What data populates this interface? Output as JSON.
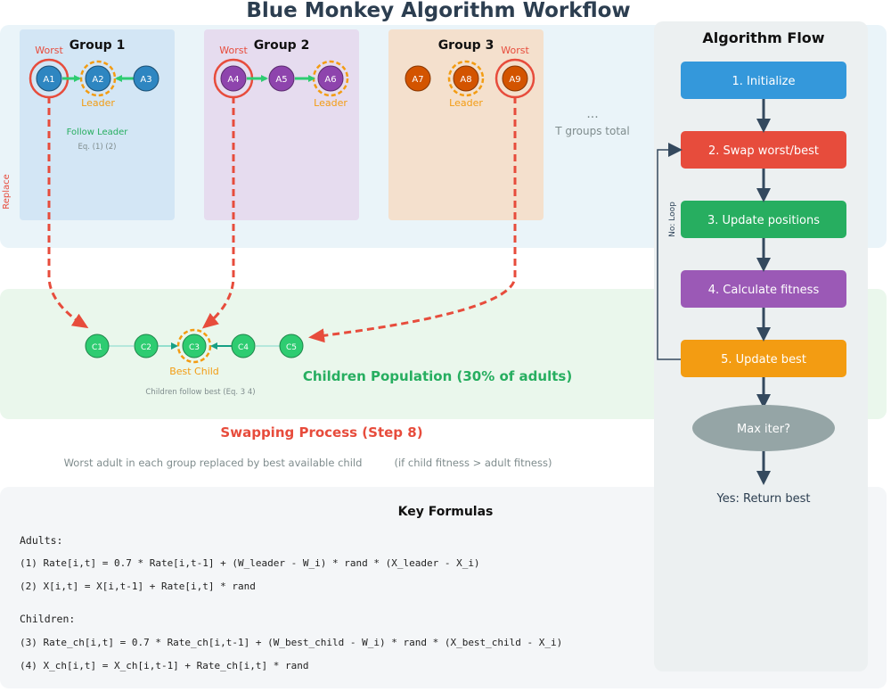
{
  "title": "Blue Monkey Algorithm Workflow",
  "colors": {
    "blue": "#2e86c1",
    "purple": "#8e44ad",
    "orange": "#d35400",
    "green": "#2ecc71",
    "red": "#e74c3c",
    "leader_ring": "#f39c12"
  },
  "groups": [
    {
      "name": "Group 1",
      "monkeys": [
        "A1",
        "A2",
        "A3"
      ],
      "worst_label": "Worst",
      "leader_label": "Leader",
      "note": "Follow Leader",
      "note_sub": "Eq. (1) (2)"
    },
    {
      "name": "Group 2",
      "monkeys": [
        "A4",
        "A5",
        "A6"
      ],
      "worst_label": "Worst",
      "leader_label": "Leader"
    },
    {
      "name": "Group 3",
      "monkeys": [
        "A7",
        "A8",
        "A9"
      ],
      "worst_label": "Worst",
      "leader_label": "Leader"
    }
  ],
  "ellipsis": "...",
  "groups_total": "T groups total",
  "replace_label": "Replace",
  "children": {
    "nodes": [
      "C1",
      "C2",
      "C3",
      "C4",
      "C5"
    ],
    "best_label": "Best Child",
    "note": "Children follow best (Eq. 3 4)",
    "title": "Children Population (30% of adults)"
  },
  "swap": {
    "title": "Swapping Process (Step 8)",
    "desc": "Worst adult in each group replaced by best available child",
    "cond": "(if child fitness > adult fitness)"
  },
  "formulas": {
    "title": "Key Formulas",
    "adults_label": "Adults:",
    "adult_eqs": [
      "(1) Rate[i,t] = 0.7 * Rate[i,t-1] + (W_leader - W_i) * rand * (X_leader - X_i)",
      "(2) X[i,t] = X[i,t-1] + Rate[i,t] * rand"
    ],
    "children_label": "Children:",
    "child_eqs": [
      "(3) Rate_ch[i,t] = 0.7 * Rate_ch[i,t-1] + (W_best_child - W_i) * rand * (X_best_child - X_i)",
      "(4) X_ch[i,t] = X_ch[i,t-1] + Rate_ch[i,t] * rand"
    ]
  },
  "flow": {
    "title": "Algorithm Flow",
    "steps": [
      {
        "label": "1. Initialize",
        "color": "#3498db"
      },
      {
        "label": "2. Swap worst/best",
        "color": "#e74c3c"
      },
      {
        "label": "3. Update positions",
        "color": "#27ae60"
      },
      {
        "label": "4. Calculate fitness",
        "color": "#9b59b6"
      },
      {
        "label": "5. Update best",
        "color": "#f39c12"
      }
    ],
    "decision": "Max iter?",
    "end_label": "Yes: Return best",
    "loop_label": "No: Loop"
  }
}
